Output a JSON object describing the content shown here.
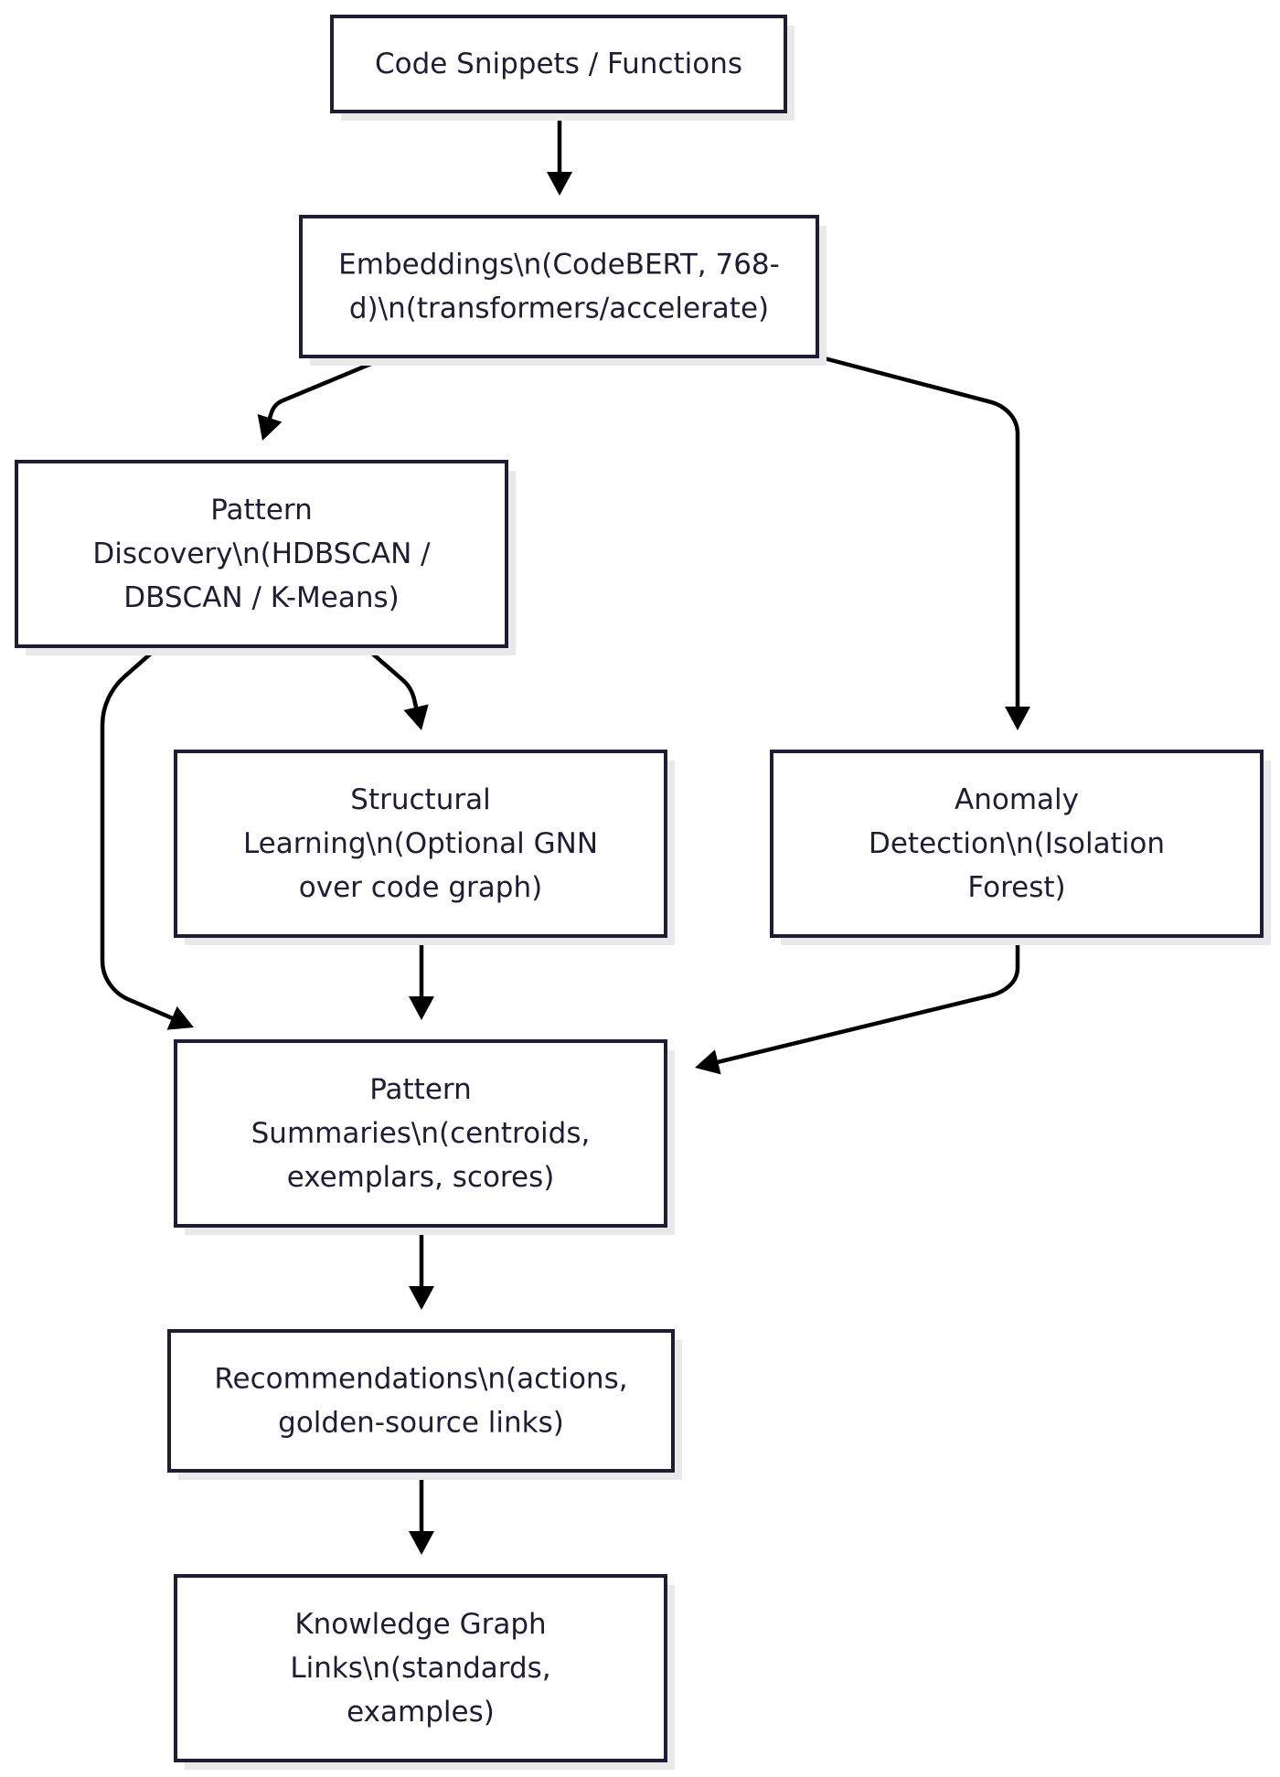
{
  "diagram": {
    "nodes": [
      {
        "id": "code",
        "lines": [
          "Code Snippets / Functions"
        ]
      },
      {
        "id": "embed",
        "lines": [
          "Embeddings\\n(CodeBERT, 768-",
          "d)\\n(transformers/accelerate)"
        ]
      },
      {
        "id": "pattern",
        "lines": [
          "Pattern",
          "Discovery\\n(HDBSCAN /",
          "DBSCAN / K-Means)"
        ]
      },
      {
        "id": "structural",
        "lines": [
          "Structural",
          "Learning\\n(Optional GNN",
          "over code graph)"
        ]
      },
      {
        "id": "anomaly",
        "lines": [
          "Anomaly",
          "Detection\\n(Isolation",
          "Forest)"
        ]
      },
      {
        "id": "summaries",
        "lines": [
          "Pattern",
          "Summaries\\n(centroids,",
          "exemplars, scores)"
        ]
      },
      {
        "id": "recs",
        "lines": [
          "Recommendations\\n(actions,",
          "golden-source links)"
        ]
      },
      {
        "id": "kg",
        "lines": [
          "Knowledge Graph",
          "Links\\n(standards,",
          "examples)"
        ]
      }
    ],
    "edges": [
      {
        "from": "code",
        "to": "embed"
      },
      {
        "from": "embed",
        "to": "pattern"
      },
      {
        "from": "embed",
        "to": "anomaly"
      },
      {
        "from": "pattern",
        "to": "structural"
      },
      {
        "from": "pattern",
        "to": "summaries"
      },
      {
        "from": "structural",
        "to": "summaries"
      },
      {
        "from": "anomaly",
        "to": "summaries"
      },
      {
        "from": "summaries",
        "to": "recs"
      },
      {
        "from": "recs",
        "to": "kg"
      }
    ]
  }
}
